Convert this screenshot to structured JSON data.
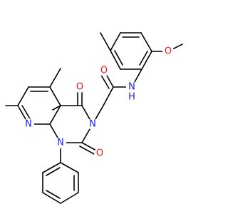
{
  "colors": {
    "bond": "#000000",
    "nitrogen": "#1f1fe6",
    "oxygen": "#e81c1c",
    "background": "#ffffff"
  },
  "atoms": {
    "o_amide": "O",
    "n_amide": "N",
    "h_amide": "H",
    "o_methoxy": "O",
    "n3": "N",
    "n1": "N",
    "n8": "N",
    "o4": "O",
    "o2": "O"
  }
}
